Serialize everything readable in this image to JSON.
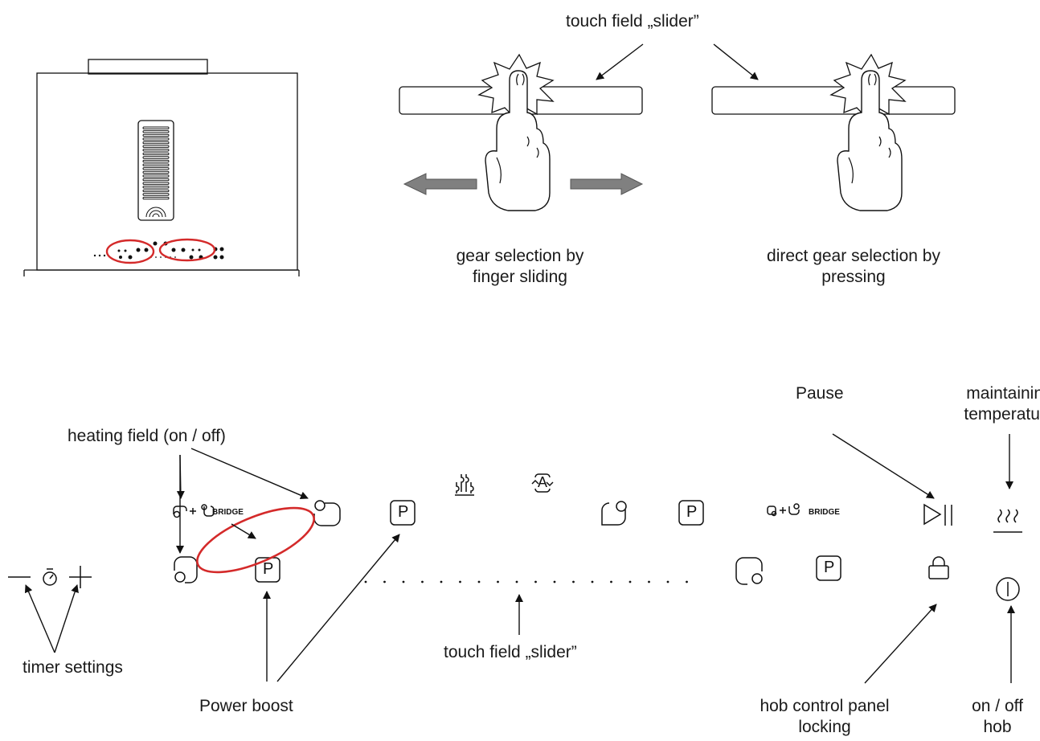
{
  "labels": {
    "slider_top": "touch field „slider”",
    "gear_sliding": "gear selection by\nfinger sliding",
    "gear_pressing": "direct gear selection by\npressing",
    "heating_field": "heating field (on / off)",
    "pause": "Pause",
    "maintaining": "maintaining\ntemperature",
    "timer": "timer settings",
    "slider_bottom": "touch field „slider”",
    "power_boost": "Power boost",
    "panel_locking": "hob control panel\nlocking",
    "on_off": "on / off\nhob"
  },
  "panel": {
    "bridge_left": "BRIDGE",
    "bridge_right": "BRIDGE",
    "boost_letter": "P",
    "auto_letter": "A"
  },
  "colors": {
    "highlight": "#d42a2a",
    "arrow_fill": "#808080",
    "ink": "#111111"
  },
  "icons": [
    "hob-outline-icon",
    "finger-press-icon",
    "slide-arrow-icon",
    "cooking-zone-icon",
    "power-boost-icon",
    "heat-wave-icon",
    "auto-icon",
    "timer-icon",
    "pause-play-icon",
    "keep-warm-icon",
    "lock-icon",
    "power-icon"
  ]
}
